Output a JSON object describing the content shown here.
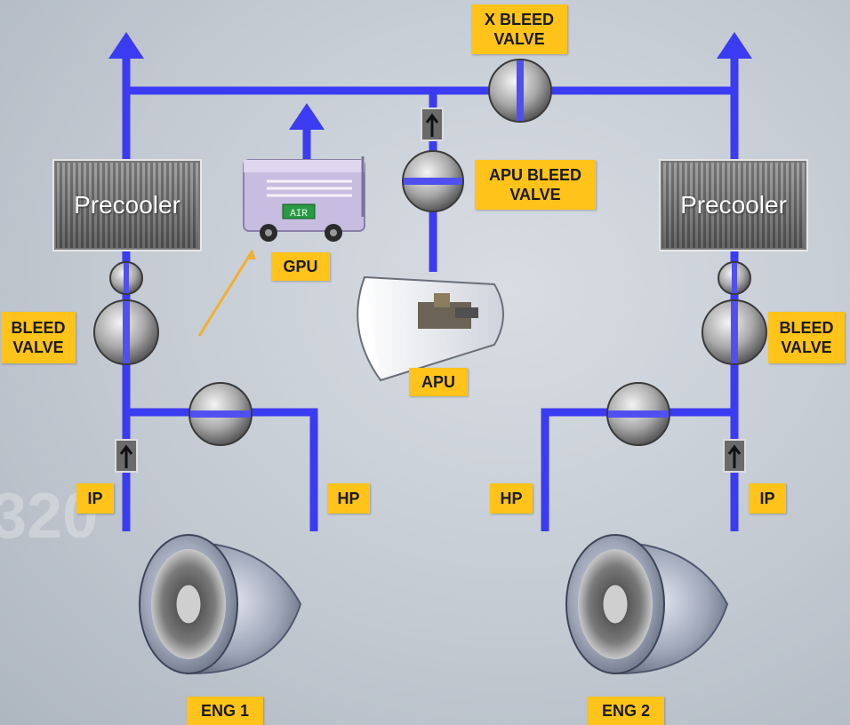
{
  "labels": {
    "x_bleed_line1": "X BLEED",
    "x_bleed_line2": "VALVE",
    "apu_bleed_line1": "APU BLEED",
    "apu_bleed_line2": "VALVE",
    "gpu": "GPU",
    "apu": "APU",
    "bleed_left_line1": "BLEED",
    "bleed_left_line2": "VALVE",
    "bleed_right_line1": "BLEED",
    "bleed_right_line2": "VALVE",
    "ip_left": "IP",
    "hp_left": "HP",
    "hp_right": "HP",
    "ip_right": "IP",
    "eng1": "ENG 1",
    "eng2": "ENG 2",
    "precooler_left": "Precooler",
    "precooler_right": "Precooler",
    "gpu_panel": "AIR",
    "background_mark": "320"
  },
  "colors": {
    "duct": "#3b3bf2",
    "label_bg": "#ffc31a",
    "arrow_line": "#f0b030"
  }
}
